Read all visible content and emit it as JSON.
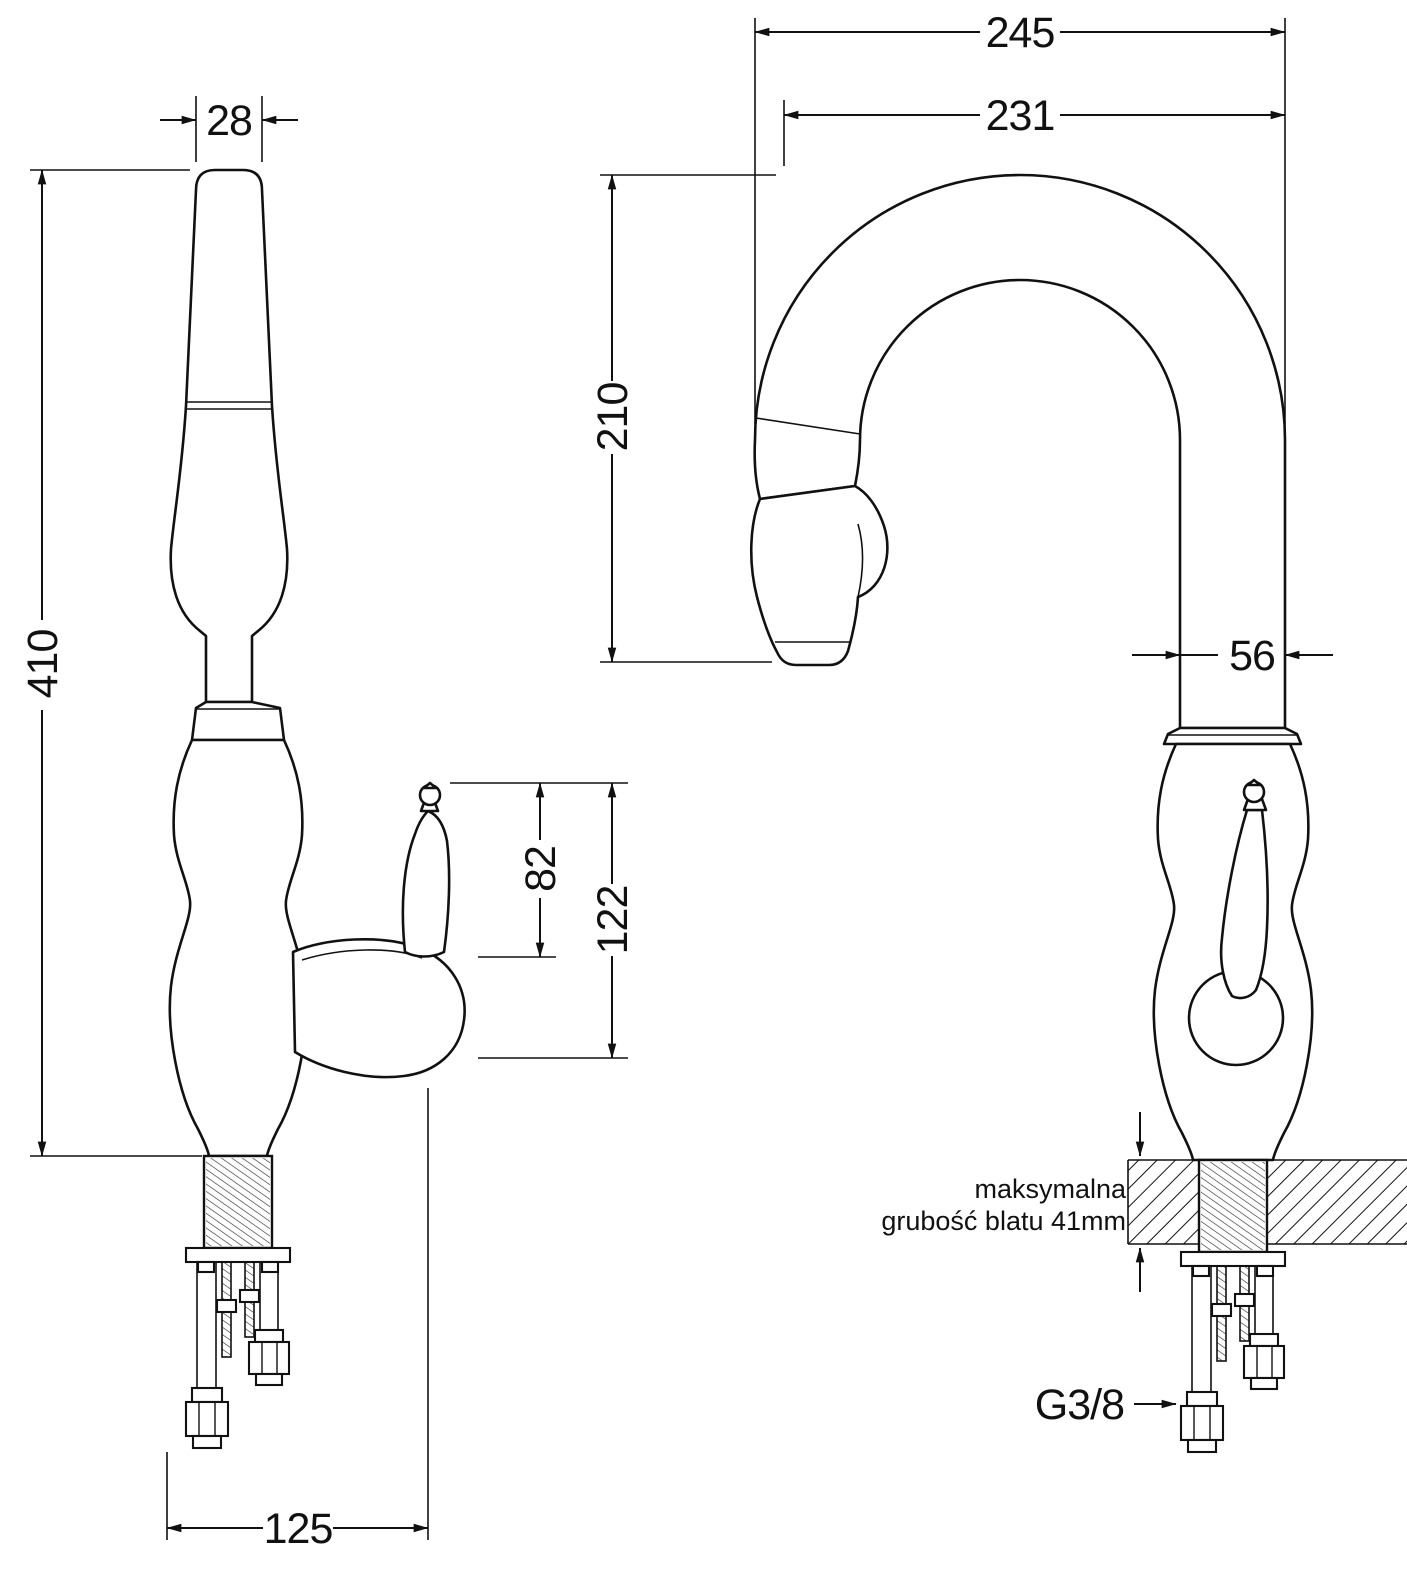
{
  "page": {
    "background": "#ffffff",
    "line_color": "#111111"
  },
  "side_view": {
    "title": "faucet side view",
    "dim_spout_top_width": "28",
    "dim_total_height": "410",
    "dim_lever_height": "82",
    "dim_handle_total_height": "122",
    "dim_base_span": "125"
  },
  "front_view": {
    "title": "faucet front view",
    "dim_overall_reach": "245",
    "dim_spout_reach": "231",
    "dim_spout_drop": "210",
    "dim_column_width": "56",
    "counter_note_line1": "maksymalna",
    "counter_note_line2": "grubość blatu 41mm",
    "dim_connector_thread": "G3/8"
  }
}
